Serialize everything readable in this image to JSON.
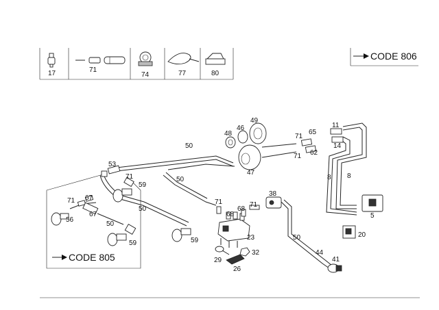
{
  "legend_parts": [
    "17",
    "71",
    "74",
    "77",
    "80"
  ],
  "code_806": "CODE 806",
  "code_805": "CODE 805",
  "callouts": {
    "c49": "49",
    "c48": "48",
    "c46": "46",
    "c50a": "50",
    "c47": "47",
    "c71a": "71",
    "c65": "65",
    "c11": "11",
    "c71b": "71",
    "c62": "62",
    "c14": "14",
    "c8a": "8",
    "c8b": "8",
    "c5": "5",
    "c20": "20",
    "c53": "53",
    "c71c": "71",
    "c59a": "59",
    "c50b": "50",
    "c50c": "50",
    "c71d": "71",
    "c68": "68",
    "c68b": "68",
    "c71e": "71",
    "c38": "38",
    "c23": "23",
    "c32": "32",
    "c29": "29",
    "c26": "26",
    "c50d": "50",
    "c44": "44",
    "c41": "41",
    "c59b": "59",
    "c71f": "71",
    "c67a": "67",
    "c56": "56",
    "c67b": "67",
    "c50e": "50",
    "c59c": "59"
  }
}
